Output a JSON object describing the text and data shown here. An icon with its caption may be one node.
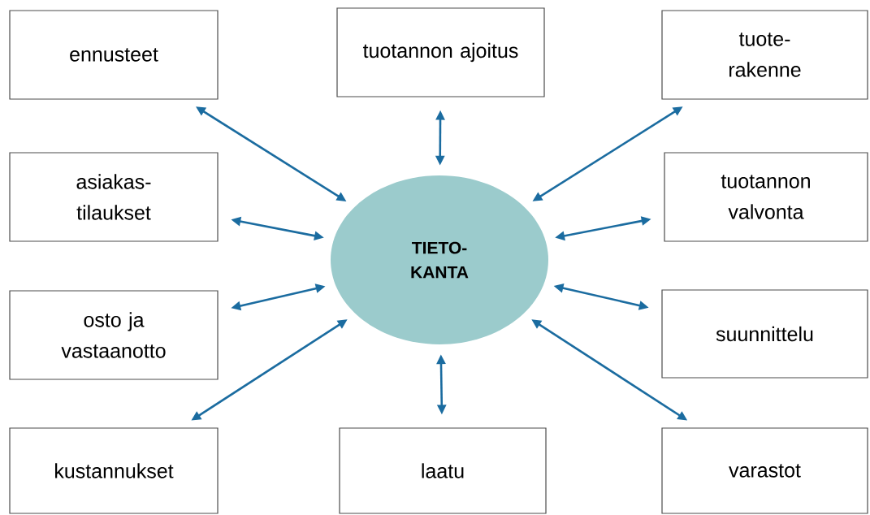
{
  "diagram": {
    "nodes": [
      {
        "text": [
          "TIETO- KANTA"
        ]
      },
      {
        "text": [
          "ennusteet"
        ]
      },
      {
        "text": [
          "tuotannon ajoitus"
        ]
      },
      {
        "text": [
          "tuote- rakenne"
        ]
      },
      {
        "text": [
          "asiakas- tilaukset"
        ]
      },
      {
        "text": [
          "tuotannon valvonta"
        ]
      },
      {
        "text": [
          "osto ja vastaanotto"
        ]
      },
      {
        "text": [
          "suunnittelu"
        ]
      },
      {
        "text": [
          "kustannukset"
        ]
      },
      {
        "text": [
          "laatu"
        ]
      },
      {
        "text": [
          "varastot"
        ]
      }
    ],
    "edges": [
      {
        "from": 0,
        "to": 1,
        "arrow": "both"
      },
      {
        "from": 0,
        "to": 2,
        "arrow": "both"
      },
      {
        "from": 0,
        "to": 3,
        "arrow": "both"
      },
      {
        "from": 0,
        "to": 4,
        "arrow": "both"
      },
      {
        "from": 0,
        "to": 5,
        "arrow": "both"
      },
      {
        "from": 0,
        "to": 6,
        "arrow": "both"
      },
      {
        "from": 0,
        "to": 7,
        "arrow": "both"
      },
      {
        "from": 0,
        "to": 8,
        "arrow": "both"
      },
      {
        "from": 0,
        "to": 9,
        "arrow": "both"
      },
      {
        "from": 0,
        "to": 10,
        "arrow": "both"
      }
    ]
  }
}
